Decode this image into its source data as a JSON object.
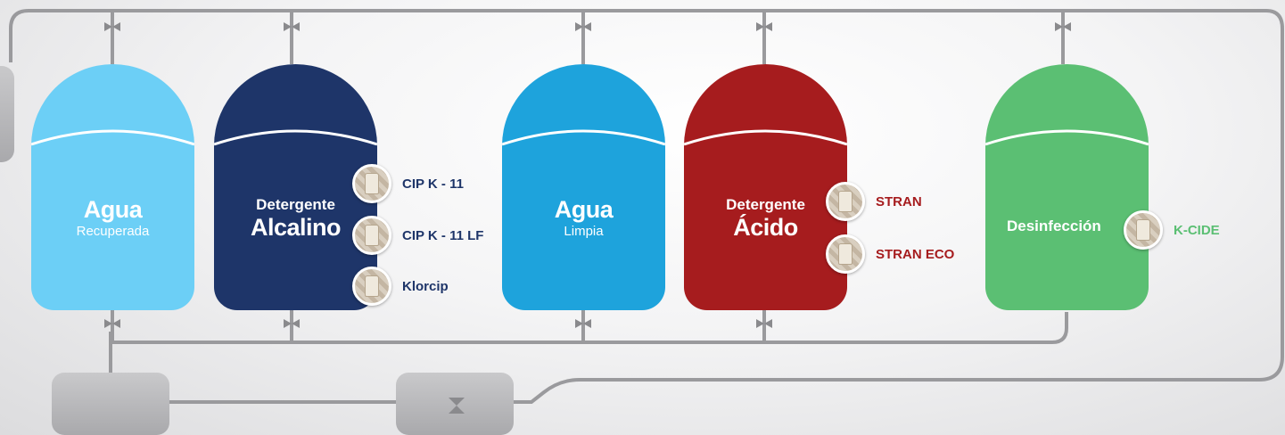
{
  "tanks": [
    {
      "id": "agua-recuperada",
      "line1": "Agua",
      "line2": "Recuperada",
      "color": "#6ccff6"
    },
    {
      "id": "detergente-alcalino",
      "line1": "Detergente",
      "line2": "Alcalino",
      "color": "#1e3569"
    },
    {
      "id": "agua-limpia",
      "line1": "Agua",
      "line2": "Limpia",
      "color": "#1ea3dc"
    },
    {
      "id": "detergente-acido",
      "line1": "Detergente",
      "line2": "Ácido",
      "color": "#a61c1e"
    },
    {
      "id": "desinfeccion",
      "line1": "Desinfección",
      "color": "#5bbf73"
    }
  ],
  "products": {
    "alcalino": [
      {
        "label": "CIP K - 11",
        "color": "#1e3569"
      },
      {
        "label": "CIP K - 11 LF",
        "color": "#1e3569"
      },
      {
        "label": "Klorcip",
        "color": "#1e3569"
      }
    ],
    "acido": [
      {
        "label": "STRAN",
        "color": "#a61c1e"
      },
      {
        "label": "STRAN ECO",
        "color": "#a61c1e"
      }
    ],
    "desinfeccion": [
      {
        "label": "K-CIDE",
        "color": "#5bbf73"
      }
    ]
  },
  "pipe_color": "#9a9a9d",
  "valve_color": "#8a8a8d"
}
